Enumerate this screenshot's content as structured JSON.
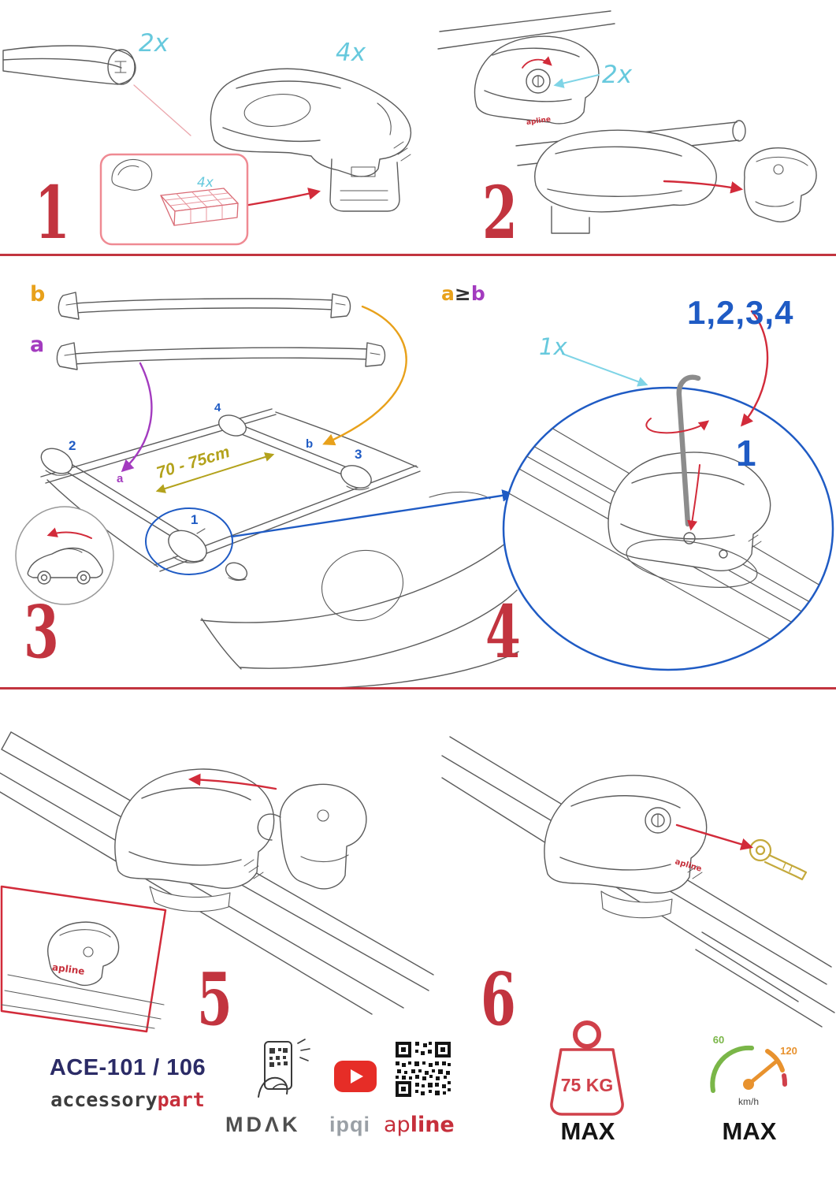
{
  "steps": {
    "s1": {
      "number": "1",
      "bar_qty": "2x",
      "foot_qty": "4x",
      "pad_qty": "4x"
    },
    "s2": {
      "number": "2",
      "lock_qty": "2x"
    },
    "s3": {
      "number": "3",
      "bar_b_label": "b",
      "bar_a_label": "a",
      "pos_1": "1",
      "pos_2": "2",
      "pos_3": "3",
      "pos_4": "4",
      "bar_a_tag": "a",
      "bar_b_tag": "b",
      "distance": "70 - 75cm"
    },
    "s4": {
      "number": "4",
      "cond_a": "a",
      "cond_op": "≥",
      "cond_b": "b",
      "sequence": "1,2,3,4",
      "tool_qty": "1x",
      "first_pos": "1"
    },
    "s5": {
      "number": "5"
    },
    "s6": {
      "number": "6"
    }
  },
  "brand": {
    "apline": "apline",
    "ap": "ap",
    "line": "line"
  },
  "footer": {
    "model": "ACE-101 / 106",
    "brand_black": "accessory",
    "brand_red": "part",
    "mdak": "MDΛK",
    "ipqi": "ipqi",
    "weight": "75 KG",
    "weight_max": "MAX",
    "speed_low": "60",
    "speed_high": "120",
    "speed_unit": "km/h",
    "speed_max": "MAX"
  },
  "colors": {
    "step_red": "#c2343f",
    "cyan": "#67c9dd",
    "blue": "#1f5bc4",
    "orange": "#e8a11b",
    "purple": "#a33bbf",
    "olive": "#b3a21c",
    "arrow_red": "#d22b3a",
    "navy": "#2b2b66",
    "brand_red": "#c62f3b",
    "green": "#7ab648",
    "gauge_orange": "#e8922e"
  }
}
